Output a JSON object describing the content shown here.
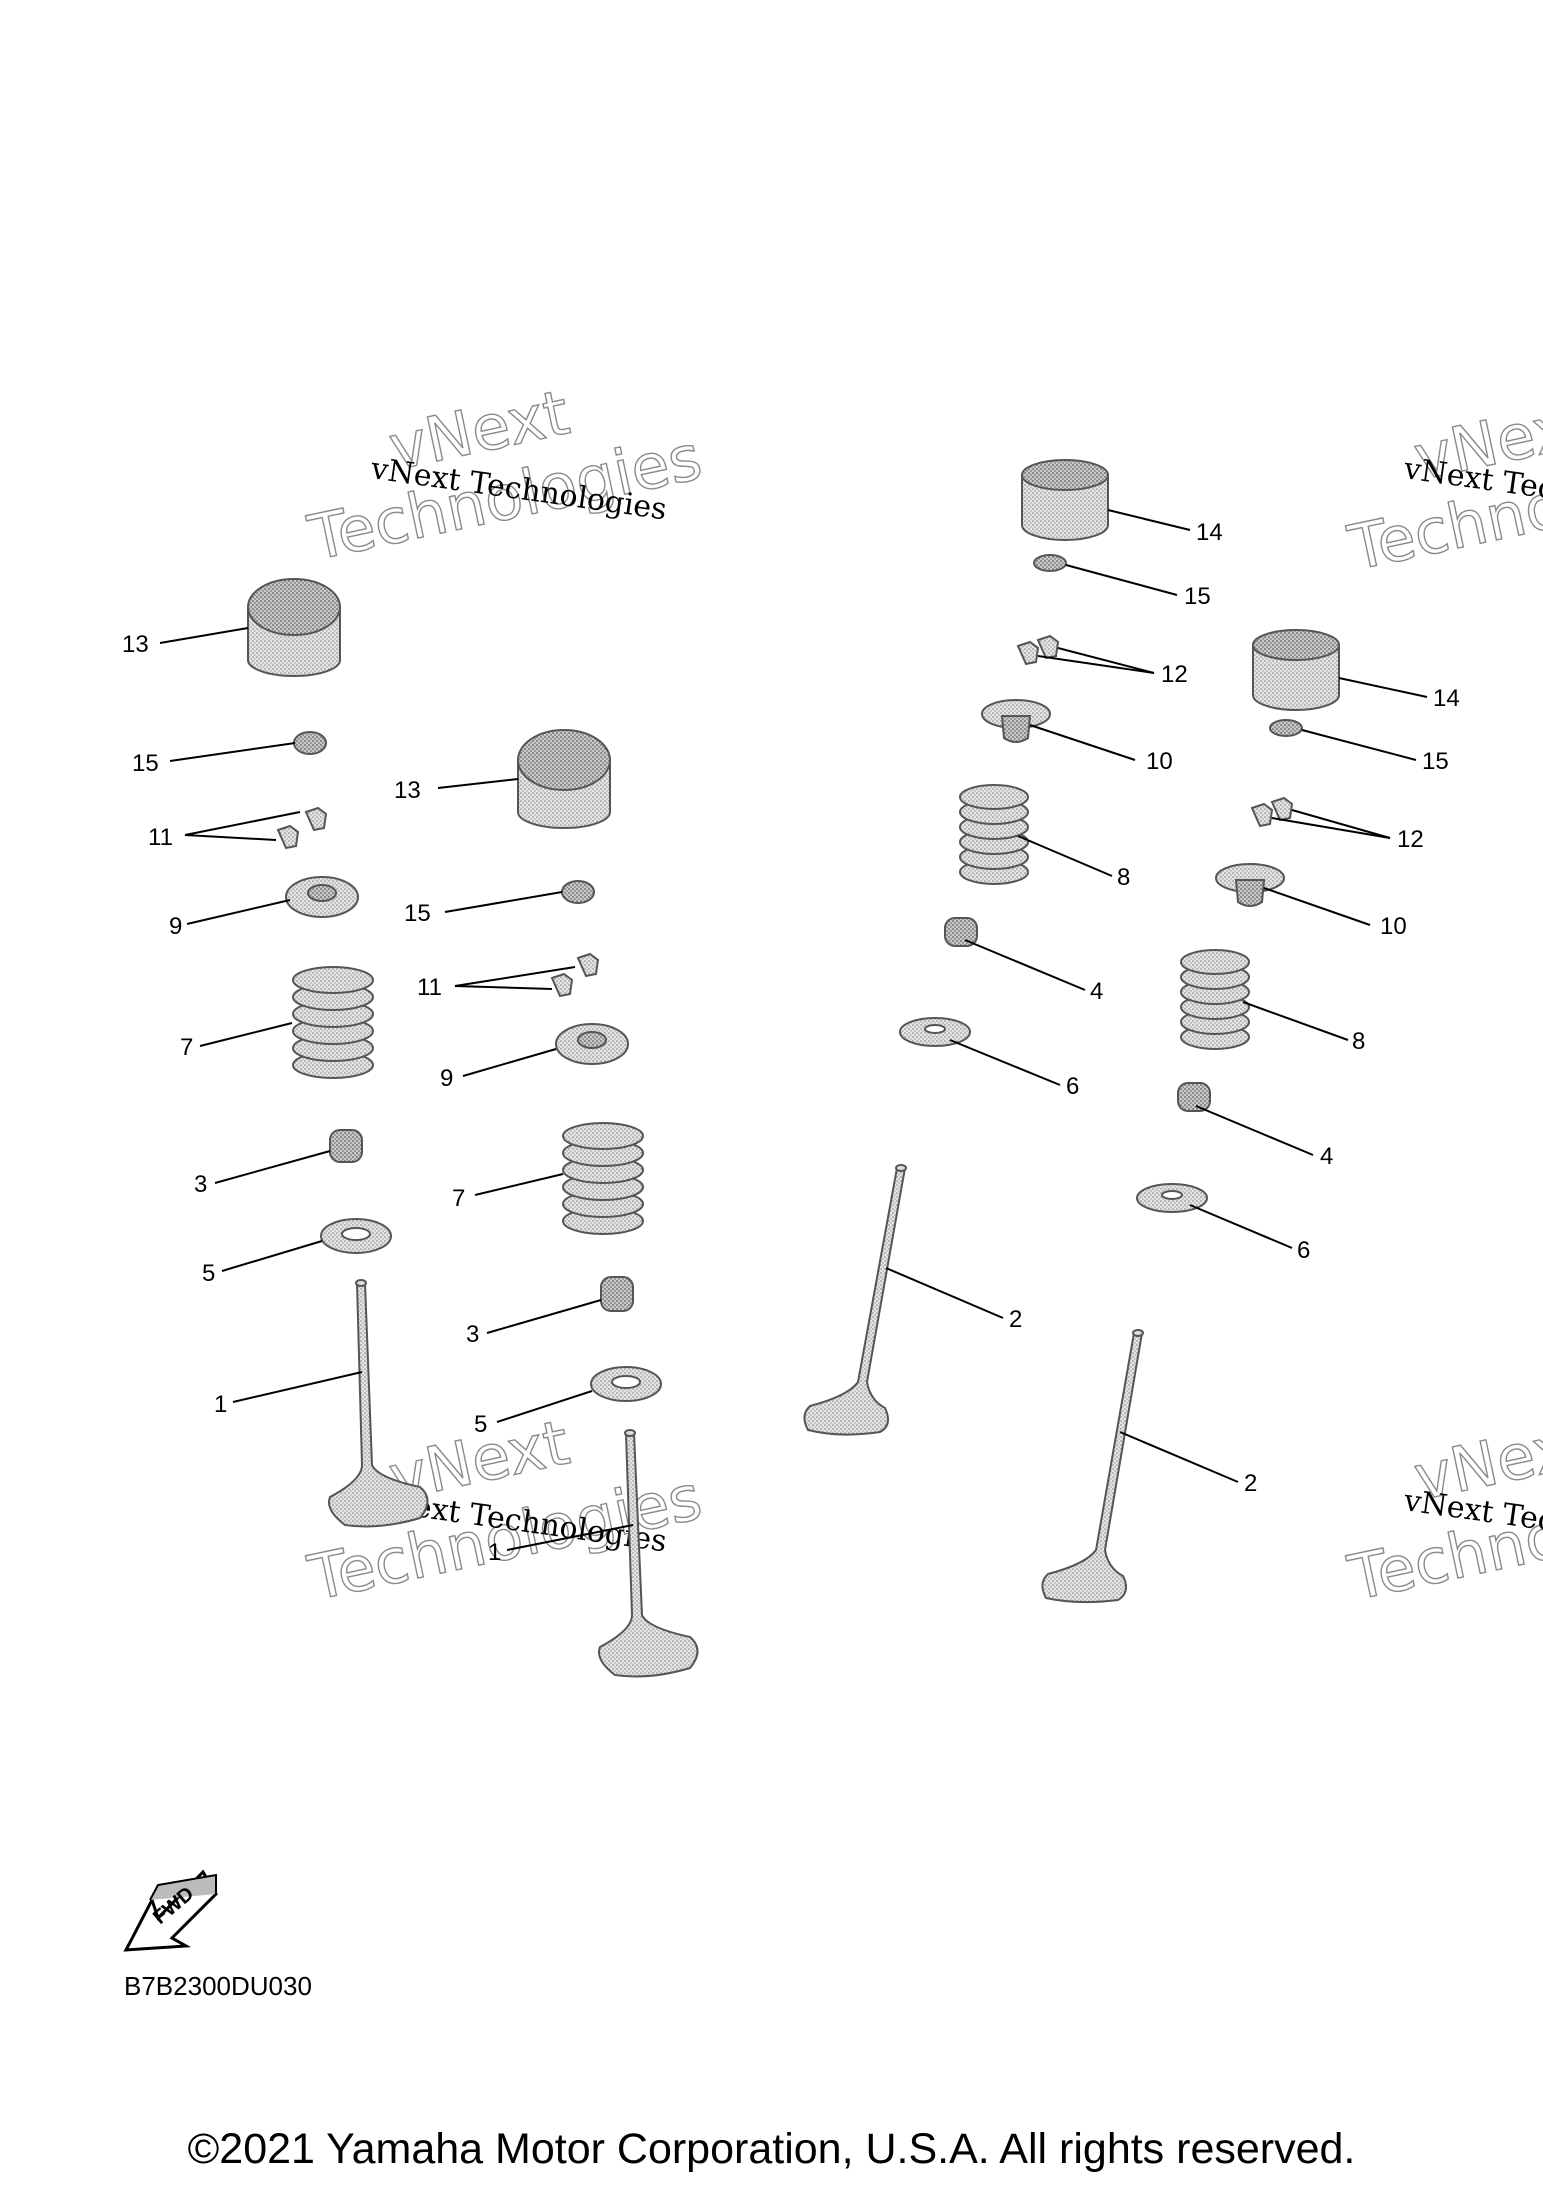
{
  "watermark": {
    "line": "vNext Technologies",
    "big_top": "vNext",
    "big_bottom": "Technologies"
  },
  "callouts": {
    "c1": "1",
    "c2": "2",
    "c3": "3",
    "c4": "4",
    "c5": "5",
    "c6": "6",
    "c7": "7",
    "c8": "8",
    "c9": "9",
    "c10": "10",
    "c11": "11",
    "c12": "12",
    "c13": "13",
    "c14": "14",
    "c15": "15"
  },
  "fwd_label": "FWD",
  "diagram_code": "B7B2300DU030",
  "copyright": "©2021 Yamaha Motor Corporation, U.S.A. All rights reserved."
}
